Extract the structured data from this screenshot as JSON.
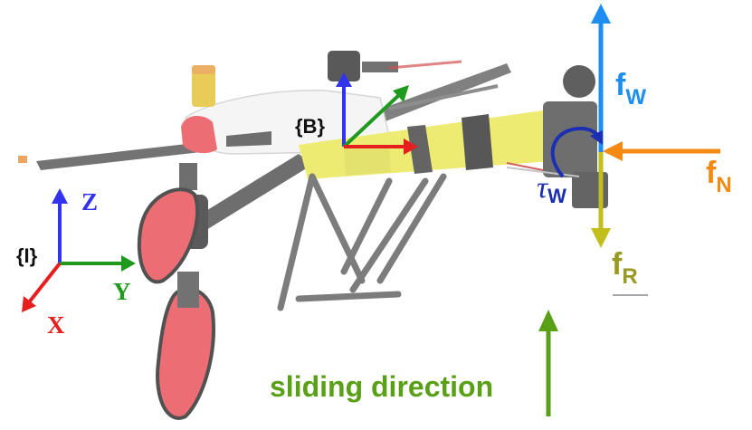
{
  "labels": {
    "body_frame": "{B}",
    "inertial_frame": "{I}",
    "axis_z": "Z",
    "axis_y": "Y",
    "axis_x": "X",
    "force_w_base": "f",
    "force_w_sub": "W",
    "force_n_base": "f",
    "force_n_sub": "N",
    "force_r_base": "f",
    "force_r_sub": "R",
    "torque_base": "τ",
    "torque_sub": "W",
    "sliding_direction": "sliding direction"
  },
  "colors": {
    "axis_blue": "#3333ee",
    "axis_green": "#1f9a1f",
    "axis_red": "#e61e1e",
    "force_w": "#1e8ef0",
    "force_n": "#f58a12",
    "force_r": "#c2be1c",
    "force_r_text": "#9a9a20",
    "torque": "#1a2fb4",
    "sliding": "#5aa017",
    "drone_frame": "#6a6a6a",
    "drone_red": "#e9545c",
    "drone_yellow": "#ece85a",
    "drone_white": "#f4f4f4"
  }
}
